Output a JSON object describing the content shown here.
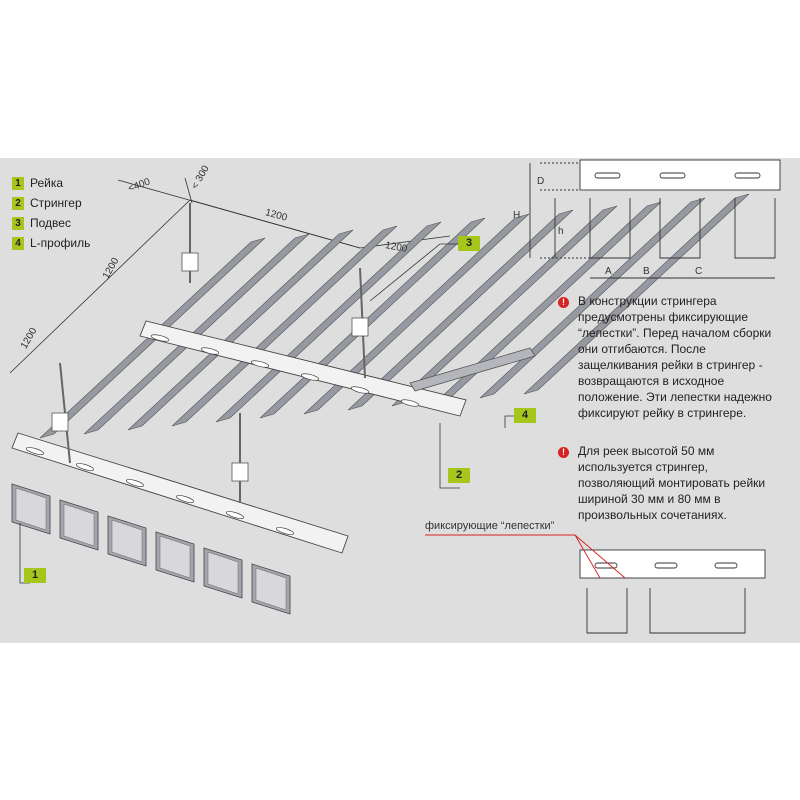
{
  "legend": [
    {
      "num": "1",
      "label": "Рейка"
    },
    {
      "num": "2",
      "label": "Стрингер"
    },
    {
      "num": "3",
      "label": "Подвес"
    },
    {
      "num": "4",
      "label": "L-профиль"
    }
  ],
  "dimensions": {
    "d1": "<400",
    "d2": "< 300",
    "d3": "1200",
    "d4": "1200",
    "d5": "1200",
    "d6": "1200"
  },
  "tags": {
    "t1": "1",
    "t2": "2",
    "t3": "3",
    "t4": "4"
  },
  "profile_labels": {
    "D": "D",
    "H": "H",
    "h": "h",
    "A": "A",
    "B": "B",
    "C": "C"
  },
  "notes": {
    "warn_symbol": "!",
    "note1": "В конструкции стрингера предусмотрены фиксирующие “лепестки”. Перед началом сборки они отгибаются. После защелкивания рейки в стрингер - возвращаются в исходное положение. Эти лепестки надежно фиксируют рейку в стрингере.",
    "note2": "Для реек высотой 50 мм используется стрингер, позволяющий монтировать рейки шириной 30 мм и 80 мм в произвольных сочетаниях."
  },
  "petal_label": "фиксирующие “лепестки”",
  "colors": {
    "background": "#dededf",
    "accent": "#a6c61c",
    "warning": "#d52222",
    "rail": "#9699a2"
  }
}
